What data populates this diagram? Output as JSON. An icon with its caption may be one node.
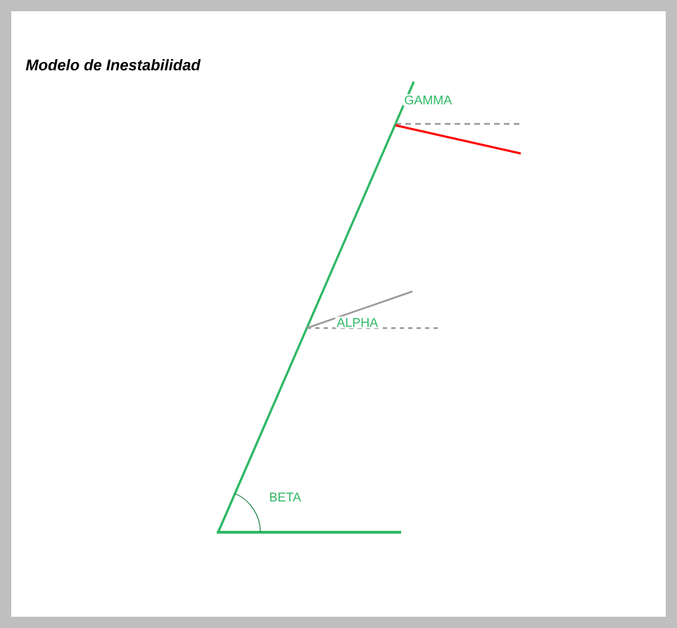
{
  "diagram": {
    "title": "Modelo de Inestabilidad",
    "labels": [
      "GAMMA",
      "ALPHA",
      "BETA"
    ]
  }
}
